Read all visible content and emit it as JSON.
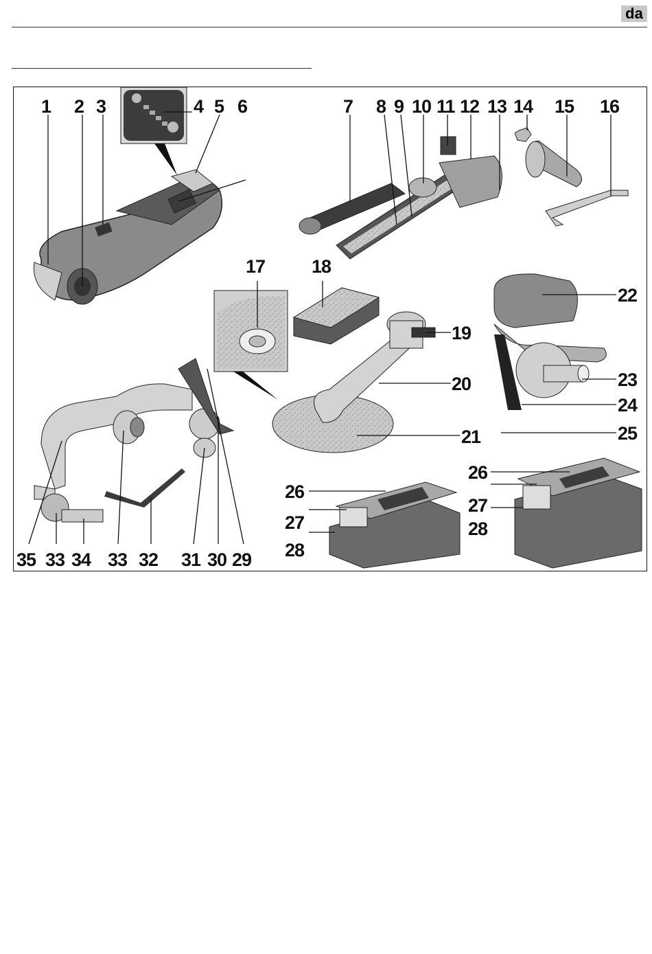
{
  "header": {
    "language_code": "da"
  },
  "figure": {
    "callouts": [
      "1",
      "2",
      "3",
      "4",
      "5",
      "6",
      "7",
      "8",
      "9",
      "10",
      "11",
      "12",
      "13",
      "14",
      "15",
      "16",
      "17",
      "18",
      "19",
      "20",
      "21",
      "22",
      "23",
      "24",
      "25",
      "26",
      "27",
      "28",
      "26",
      "27",
      "28",
      "29",
      "30",
      "31",
      "32",
      "33",
      "34",
      "33",
      "35"
    ]
  },
  "colors": {
    "body_grey": "#8a8a8a",
    "light_grey": "#d0d0d0",
    "dark_grey": "#3c3c3c",
    "lines": "#111111"
  }
}
